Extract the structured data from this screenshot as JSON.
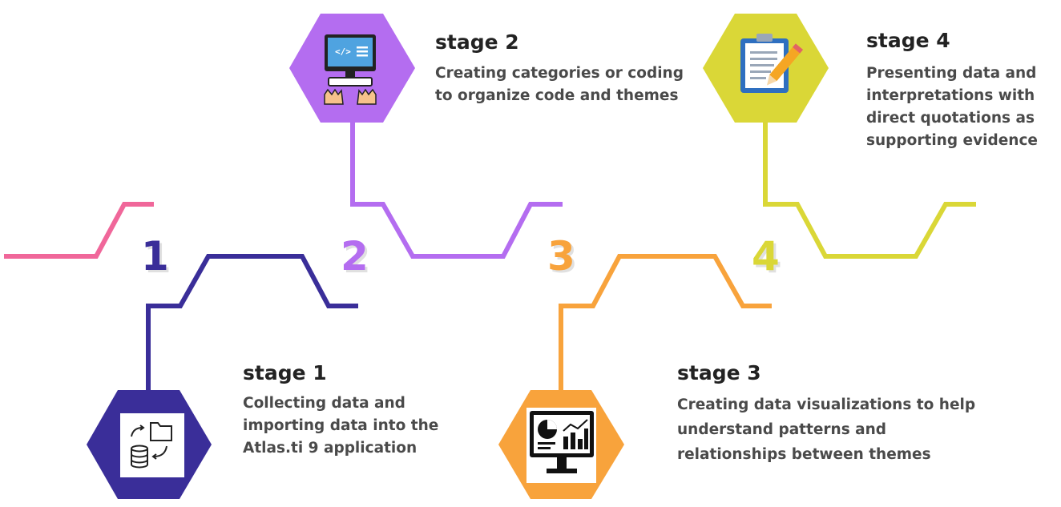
{
  "colors": {
    "stage1": "#3A2E99",
    "stage2": "#B46DF0",
    "stage3": "#F8A33C",
    "stage4": "#DAD737",
    "accent_pink": "#F0679A",
    "title_text": "#222222",
    "desc_text": "#4a4a4a"
  },
  "stages": [
    {
      "number": "1",
      "title": "stage 1",
      "description": "Collecting data and importing data into the Atlas.ti 9 application",
      "icon": "database-folder-icon"
    },
    {
      "number": "2",
      "title": "stage 2",
      "description": "Creating categories or coding to organize code and themes",
      "icon": "computer-coding-icon"
    },
    {
      "number": "3",
      "title": "stage 3",
      "description": "Creating data visualizations to help understand patterns and relationships between themes",
      "icon": "monitor-analytics-icon"
    },
    {
      "number": "4",
      "title": "stage 4",
      "description": "Presenting data and interpretations with direct quotations as supporting evidence",
      "icon": "clipboard-pencil-icon"
    }
  ]
}
